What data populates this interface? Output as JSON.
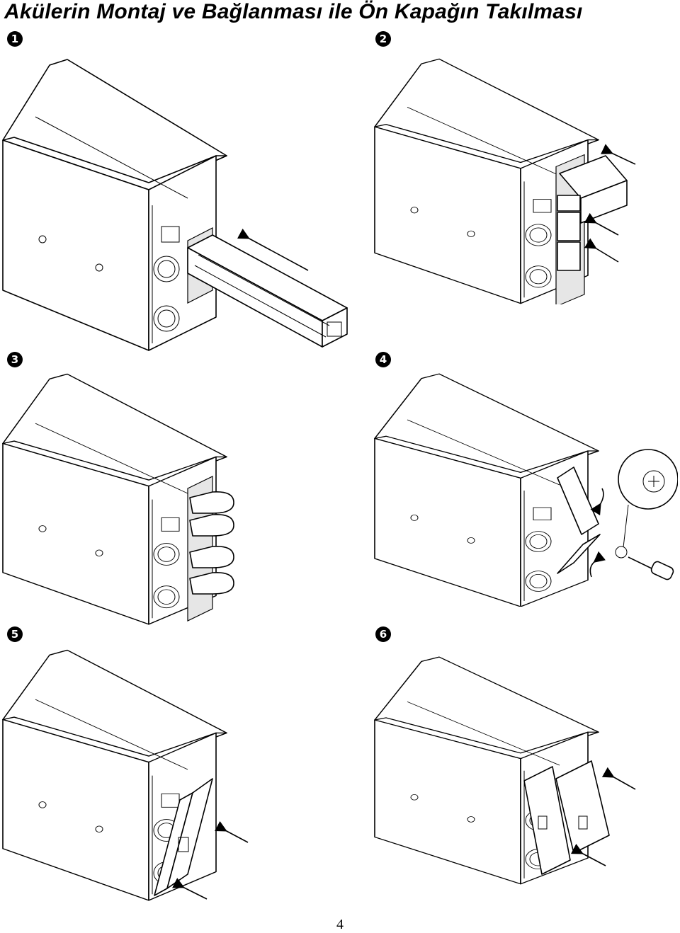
{
  "document": {
    "title": "Akülerin Montaj ve Bağlanması ile Ön Kapağın Takılması",
    "page_number": "4"
  },
  "steps": [
    {
      "number": "1",
      "icon": "insert-battery-figure"
    },
    {
      "number": "2",
      "icon": "insert-battery-modules-figure"
    },
    {
      "number": "3",
      "icon": "connect-battery-connectors-figure"
    },
    {
      "number": "4",
      "icon": "attach-bracket-screw-figure"
    },
    {
      "number": "5",
      "icon": "attach-front-panel-figure"
    },
    {
      "number": "6",
      "icon": "close-front-panel-figure"
    }
  ]
}
